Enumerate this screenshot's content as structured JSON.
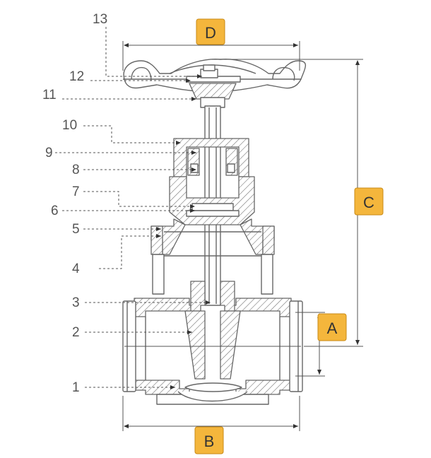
{
  "callouts": [
    {
      "id": "13",
      "text": "13"
    },
    {
      "id": "12",
      "text": "12"
    },
    {
      "id": "11",
      "text": "11"
    },
    {
      "id": "10",
      "text": "10"
    },
    {
      "id": "9",
      "text": "9"
    },
    {
      "id": "8",
      "text": "8"
    },
    {
      "id": "7",
      "text": "7"
    },
    {
      "id": "6",
      "text": "6"
    },
    {
      "id": "5",
      "text": "5"
    },
    {
      "id": "4",
      "text": "4"
    },
    {
      "id": "3",
      "text": "3"
    },
    {
      "id": "2",
      "text": "2"
    },
    {
      "id": "1",
      "text": "1"
    }
  ],
  "dimensions": {
    "A": "A",
    "B": "B",
    "C": "C",
    "D": "D"
  },
  "colors": {
    "badge_fill": "#f4b63c",
    "line": "#666666"
  }
}
